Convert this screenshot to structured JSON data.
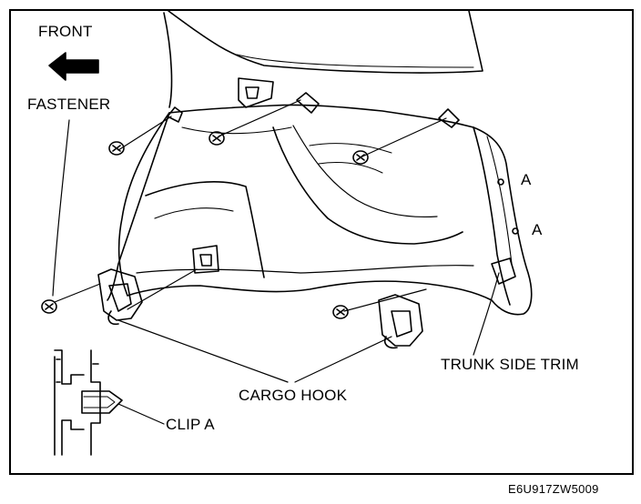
{
  "labels": {
    "front": "FRONT",
    "fastener": "FASTENER",
    "a_upper": "A",
    "a_lower": "A",
    "trunk_side_trim": "TRUNK SIDE TRIM",
    "cargo_hook": "CARGO HOOK",
    "clip_a": "CLIP A"
  },
  "figure_code": "E6U917ZW5009"
}
